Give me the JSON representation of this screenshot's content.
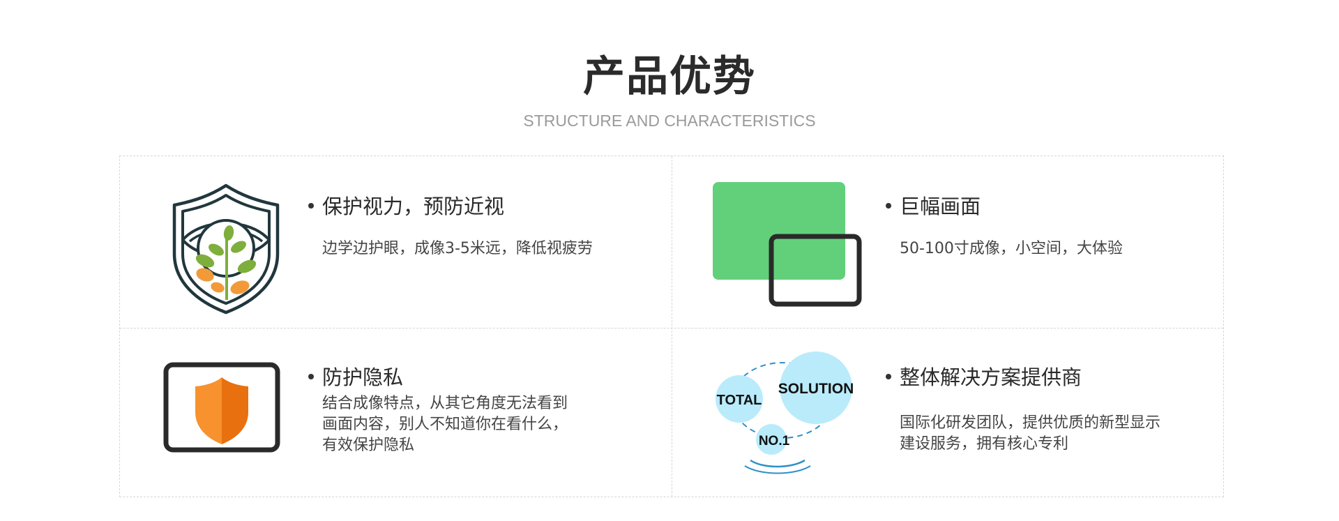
{
  "header": {
    "title": "产品优势",
    "subtitle": "STRUCTURE AND CHARACTERISTICS"
  },
  "features": [
    {
      "title": "保护视力，预防近视",
      "desc": [
        "边学边护眼，成像3-5米远，降低视疲劳"
      ],
      "icon": "eye-shield-plant-icon"
    },
    {
      "title": "巨幅画面",
      "desc": [
        "50-100寸成像，小空间，大体验"
      ],
      "icon": "big-screen-icon"
    },
    {
      "title": "防护隐私",
      "desc": [
        "结合成像特点，从其它角度无法看到",
        "画面内容，别人不知道你在看什么，",
        "有效保护隐私"
      ],
      "icon": "privacy-shield-icon"
    },
    {
      "title": "整体解决方案提供商",
      "desc": [
        "国际化研发团队，提供优质的新型显示",
        "建设服务，拥有核心专利"
      ],
      "icon": "total-solution-icon"
    }
  ],
  "solution_icon": {
    "total": "TOTAL",
    "solution": "SOLUTION",
    "no1": "NO.1"
  },
  "colors": {
    "title": "#2b2b2b",
    "subtitle": "#9a9a9a",
    "green": "#62d07a",
    "orange": "#f7922e",
    "orange_dark": "#e8700f",
    "bubble": "#b9ebfb",
    "dark": "#2a2a2a",
    "shield_stroke": "#21373d",
    "leaf": "#7eae3c"
  }
}
